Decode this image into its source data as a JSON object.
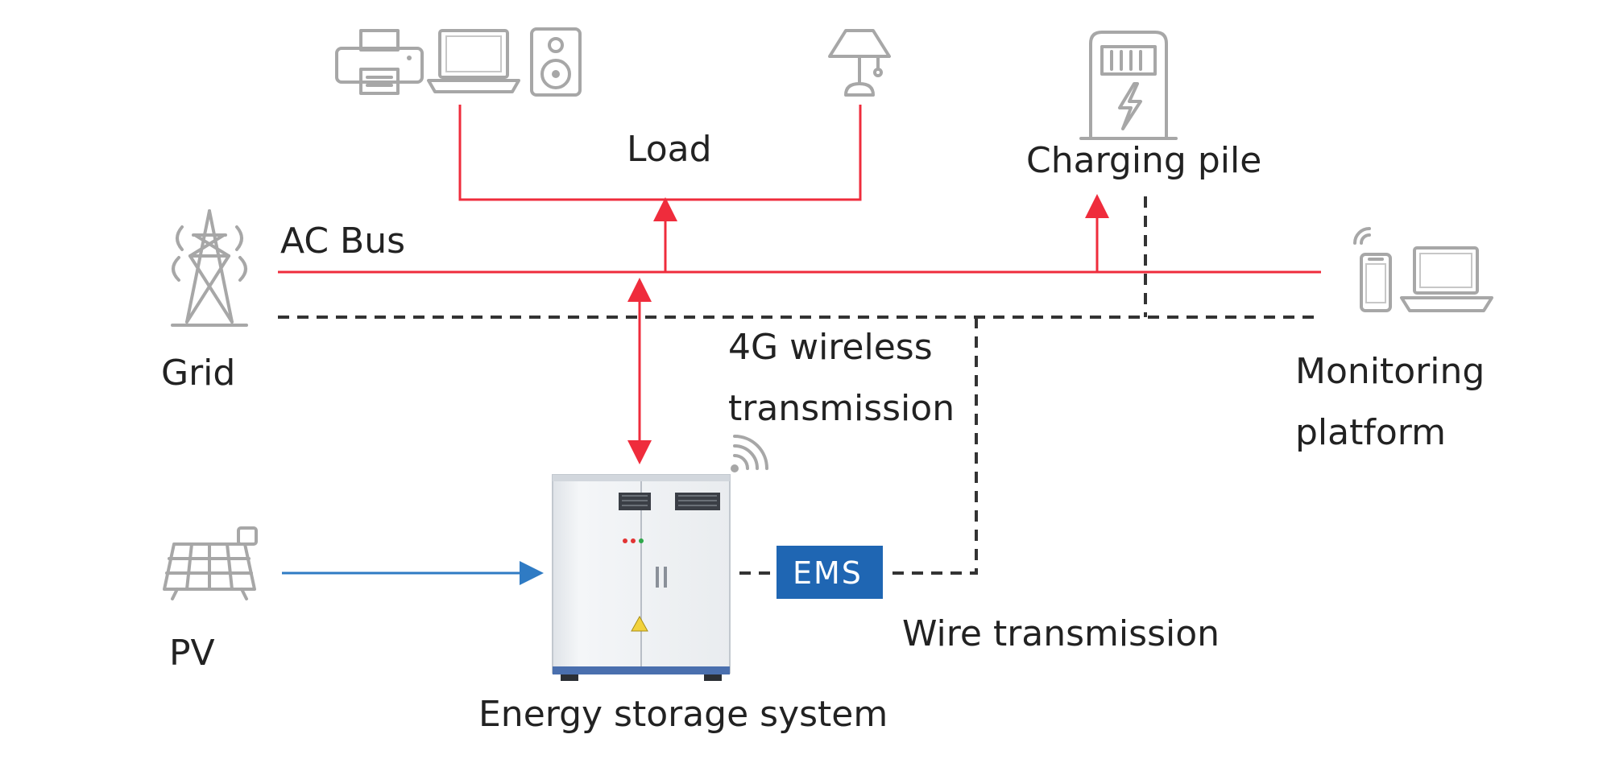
{
  "labels": {
    "load": "Load",
    "charging_pile": "Charging pile",
    "ac_bus": "AC Bus",
    "grid": "Grid",
    "wireless_line1": "4G wireless",
    "wireless_line2": "transmission",
    "monitoring_line1": "Monitoring",
    "monitoring_line2": "platform",
    "ems": "EMS",
    "wire_transmission": "Wire transmission",
    "pv": "PV",
    "energy_storage": "Energy storage system"
  },
  "colors": {
    "power_line": "#ef2c3c",
    "pv_line": "#2f7bc4",
    "signal_line": "#333333",
    "ems_box": "#1f66b3",
    "icon": "#a7a7a7"
  },
  "icons": [
    "printer-icon",
    "laptop-icon",
    "speaker-icon",
    "lamp-icon",
    "charging-pile-icon",
    "transmission-tower-icon",
    "smartphone-icon",
    "solar-panel-icon",
    "wifi-icon"
  ]
}
